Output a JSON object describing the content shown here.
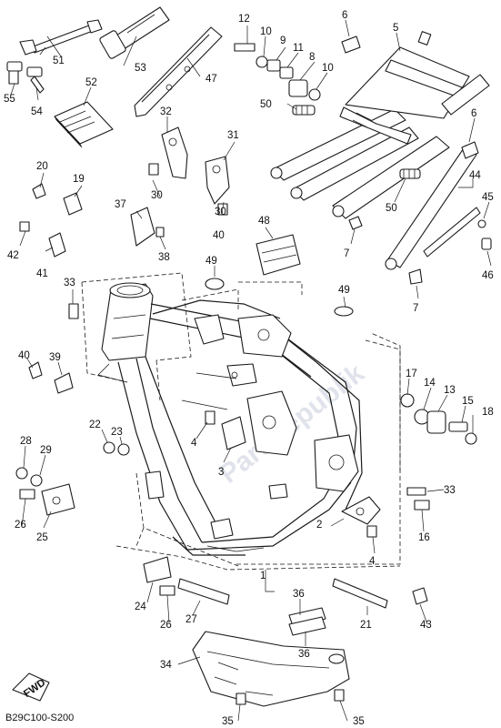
{
  "diagram": {
    "diagram_code": "B29C100-S200",
    "fwd_label": "FWD",
    "watermark": "Partsrepublik",
    "callouts": {
      "c1": "1",
      "c2": "2",
      "c3": "3",
      "c4a": "4",
      "c4b": "4",
      "c5": "5",
      "c6a": "6",
      "c6b": "6",
      "c7a": "7",
      "c7b": "7",
      "c8": "8",
      "c9": "9",
      "c10a": "10",
      "c10b": "10",
      "c11": "11",
      "c12": "12",
      "c13": "13",
      "c14": "14",
      "c15": "15",
      "c16": "16",
      "c17": "17",
      "c18": "18",
      "c19": "19",
      "c20": "20",
      "c21": "21",
      "c22": "22",
      "c23": "23",
      "c24": "24",
      "c25": "25",
      "c26a": "26",
      "c26b": "26",
      "c27": "27",
      "c28": "28",
      "c29": "29",
      "c30a": "30",
      "c30b": "30",
      "c31": "31",
      "c32": "32",
      "c33a": "33",
      "c33b": "33",
      "c34": "34",
      "c35a": "35",
      "c35b": "35",
      "c36a": "36",
      "c36b": "36",
      "c37": "37",
      "c38": "38",
      "c39": "39",
      "c40": "40",
      "c41": "41",
      "c42": "42",
      "c43": "43",
      "c44": "44",
      "c45": "45",
      "c46": "46",
      "c47": "47",
      "c48": "48",
      "c49a": "49",
      "c49b": "49",
      "c50a": "50",
      "c50b": "50",
      "c51": "51",
      "c52": "52",
      "c53": "53",
      "c54": "54",
      "c55": "55"
    }
  }
}
